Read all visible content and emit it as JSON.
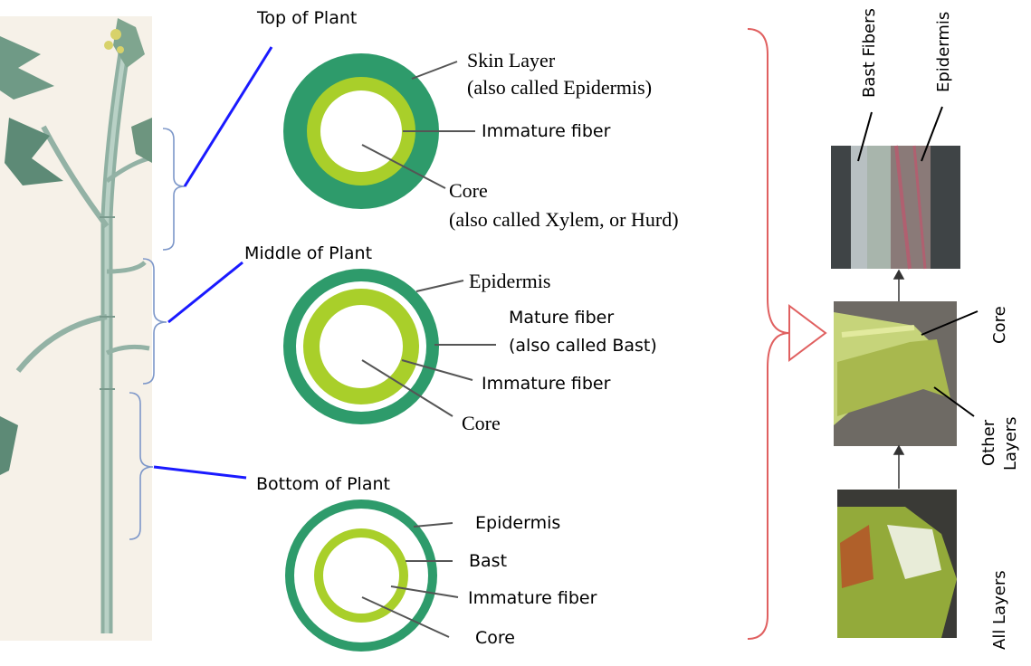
{
  "sections": {
    "top": "Top of Plant",
    "middle": "Middle of Plant",
    "bottom": "Bottom of Plant"
  },
  "top_labels": {
    "skin_1": "Skin Layer",
    "skin_2": "(also called Epidermis)",
    "immature": "Immature fiber",
    "core_1": "Core",
    "core_2": "(also called Xylem, or Hurd)"
  },
  "middle_labels": {
    "epidermis": "Epidermis",
    "mature_1": "Mature fiber",
    "mature_2": "(also called Bast)",
    "immature": "Immature fiber",
    "core": "Core"
  },
  "bottom_labels": {
    "epidermis": "Epidermis",
    "bast": "Bast",
    "immature": "Immature fiber",
    "core": "Core"
  },
  "photo_labels": {
    "bast_fibers": "Bast Fibers",
    "epidermis": "Epidermis",
    "core": "Core",
    "other_1": "Other",
    "other_2": "Layers",
    "all_layers": "All Layers"
  },
  "colors": {
    "epidermis_dark_green": "#2e9b6b",
    "immature_light_green": "#a9cf2a",
    "leader_blue": "#1a1aff",
    "brace_red": "#e06060"
  }
}
